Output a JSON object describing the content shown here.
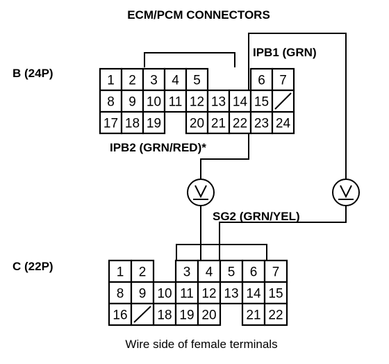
{
  "title": "ECM/PCM CONNECTORS",
  "connector_b": {
    "label": "B (24P)",
    "pins": [
      "1",
      "2",
      "3",
      "4",
      "5",
      "6",
      "7",
      "8",
      "9",
      "10",
      "11",
      "12",
      "13",
      "14",
      "15",
      "17",
      "18",
      "19",
      "20",
      "21",
      "22",
      "23",
      "24"
    ]
  },
  "connector_c": {
    "label": "C (22P)",
    "pins": [
      "1",
      "2",
      "3",
      "4",
      "5",
      "6",
      "7",
      "8",
      "9",
      "10",
      "11",
      "12",
      "13",
      "14",
      "15",
      "16",
      "18",
      "19",
      "20",
      "21",
      "22"
    ]
  },
  "wires": {
    "ipb1": "IPB1 (GRN)",
    "ipb2": "IPB2 (GRN/RED)*",
    "sg2": "SG2 (GRN/YEL)"
  },
  "meter_symbol": "V",
  "caption": "Wire side of female terminals"
}
